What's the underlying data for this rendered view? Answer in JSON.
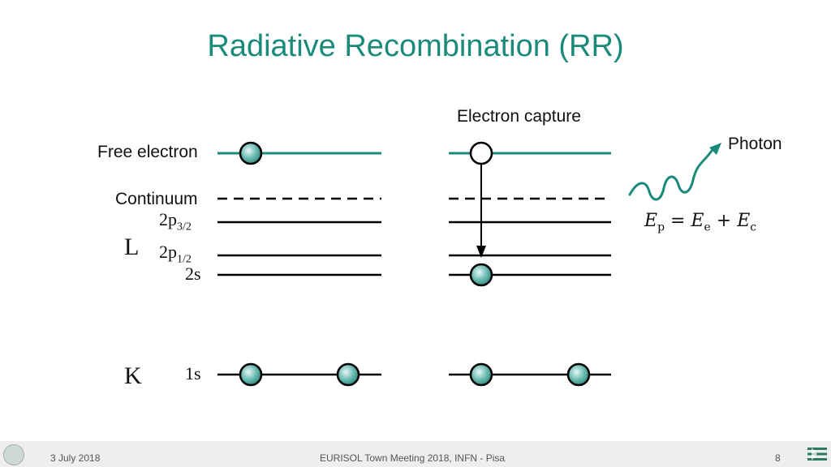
{
  "title": "Radiative Recombination (RR)",
  "labels": {
    "electron_capture": "Electron capture",
    "free_electron": "Free electron",
    "continuum": "Continuum",
    "photon": "Photon",
    "shell_l": "L",
    "shell_k": "K",
    "orbital_2p": "2p",
    "orbital_2p32_sub": "3/2",
    "orbital_2p12_sub": "1/2",
    "orbital_2s": "2s",
    "orbital_1s": "1s"
  },
  "equation": {
    "lhs_symbol": "E",
    "lhs_sub": "p",
    "equals": " = ",
    "term1_symbol": "E",
    "term1_sub": "e",
    "plus": " + ",
    "term2_symbol": "E",
    "term2_sub": "c"
  },
  "colors": {
    "teal": "#1a8a7a",
    "electron_fill": "#5fb3aa",
    "line": "#000000"
  },
  "footer": {
    "date": "3 July 2018",
    "event": "EURISOL Town Meeting 2018, INFN - Pisa",
    "page": "8"
  },
  "icons": {
    "left_logo": "institute-logo-icon",
    "right_logo": "infn-logo-icon"
  }
}
